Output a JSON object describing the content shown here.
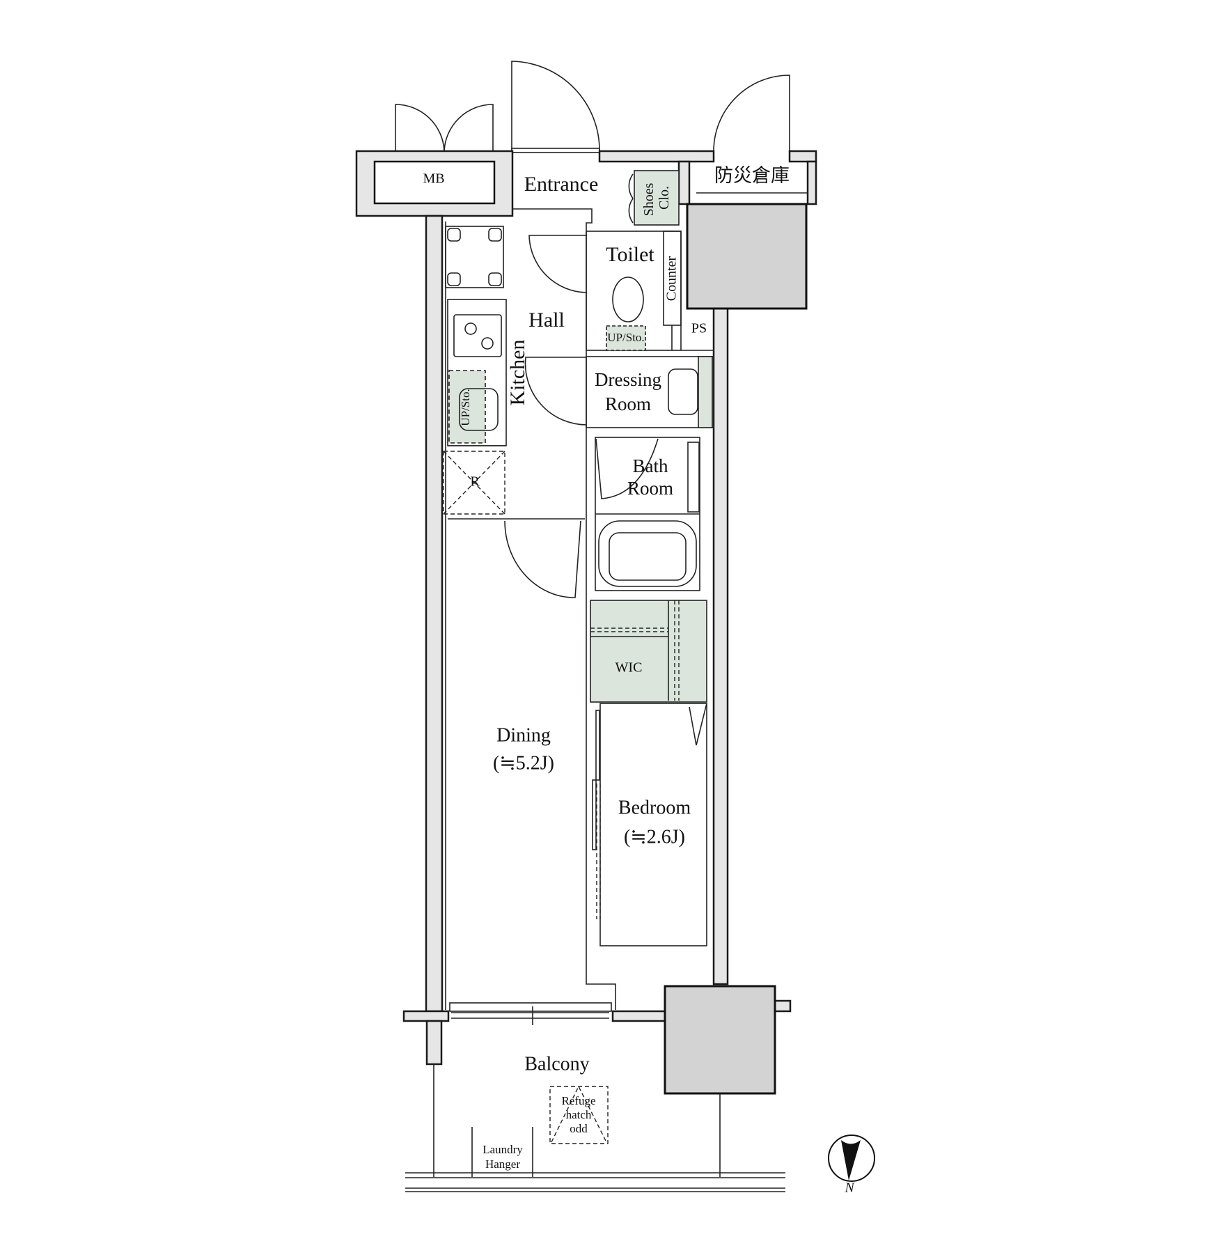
{
  "rooms": {
    "mb": "MB",
    "entrance": "Entrance",
    "shoes_closet_line1": "Shoes",
    "shoes_closet_line2": "Clo.",
    "disaster_storage": "防災倉庫",
    "toilet": "Toilet",
    "counter": "Counter",
    "toilet_storage": "UP/Sto.",
    "ps": "PS",
    "hall": "Hall",
    "kitchen": "Kitchen",
    "kitchen_storage": "UP/Sto.",
    "refrigerator": "R",
    "dressing_line1": "Dressing",
    "dressing_line2": "Room",
    "bath_line1": "Bath",
    "bath_line2": "Room",
    "wic": "WIC",
    "dining": "Dining",
    "dining_area": "(≒5.2J)",
    "bedroom": "Bedroom",
    "bedroom_area": "(≒2.6J)",
    "balcony": "Balcony",
    "refuge_line1": "Refuge",
    "refuge_line2": "hatch",
    "refuge_line3": "odd",
    "laundry_line1": "Laundry",
    "laundry_line2": "Hanger"
  },
  "compass": {
    "label": "N",
    "icon": "north-arrow-icon"
  },
  "colors": {
    "storage": "#dbe5dc",
    "wall": "#e6e6e6",
    "shaft": "#d3d3d3"
  }
}
